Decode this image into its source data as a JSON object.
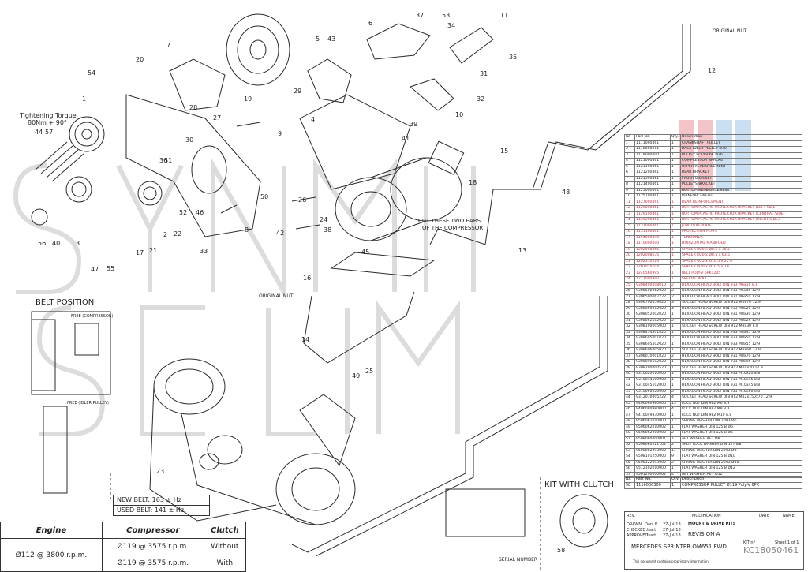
{
  "annotations": {
    "torque": "Tightening Torque\n80Nm + 90°",
    "torque_line1": "Tightening Torque",
    "torque_line2": "80Nm + 90°",
    "cut_ears_line1": "CUT THESE TWO EARS",
    "cut_ears_line2": "OF THE COMPRESSOR",
    "original_nut_top": "ORIGINAL NUT",
    "original_nut_mid": "ORIGINAL NUT",
    "belt_position": "BELT POSITION",
    "free_compressor": "FREE (COMPRESSOR)",
    "free_idler": "FREE (IDLER PULLEY)",
    "kit_with_clutch": "KIT WITH CLUTCH",
    "serial_number": "SERIAL NUMBER"
  },
  "callouts": [
    "1",
    "2",
    "3",
    "4",
    "5",
    "6",
    "7",
    "8",
    "9",
    "10",
    "11",
    "12",
    "13",
    "14",
    "15",
    "16",
    "17",
    "18",
    "19",
    "20",
    "21",
    "22",
    "23",
    "24",
    "25",
    "26",
    "27",
    "28",
    "29",
    "30",
    "31",
    "32",
    "33",
    "34",
    "35",
    "36",
    "37",
    "38",
    "39",
    "40",
    "41",
    "42",
    "43",
    "44",
    "45",
    "46",
    "47",
    "48",
    "49",
    "50",
    "51",
    "52",
    "53",
    "54",
    "55",
    "56",
    "57",
    "58"
  ],
  "belt": {
    "new": "NEW BELT:  163 ± Hz",
    "used": "USED BELT:  141 ± Hz"
  },
  "engine_table": {
    "headers": [
      "Engine",
      "Compressor",
      "Clutch"
    ],
    "rows": [
      [
        "Ø112 @ 3800 r.p.m.",
        "Ø119 @ 3575 r.p.m.",
        "Without"
      ],
      [
        "",
        "Ø119 @ 3575 r.p.m.",
        "With"
      ]
    ]
  },
  "bom": {
    "headers": [
      "ID.",
      "Part No.",
      "Qty.",
      "Description"
    ],
    "rows": [
      [
        "1",
        "1111000461",
        "1",
        "CRANKSHAFT PULLEY"
      ],
      [
        "2",
        "1118000011",
        "1",
        "BACK IDLER PULLEY Ø70"
      ],
      [
        "3",
        "1118000000",
        "1",
        "PULLEY POLY-V 6K Ø76"
      ],
      [
        "4",
        "1121000461",
        "1",
        "COMPRESSOR BRACKET"
      ],
      [
        "5",
        "1121100461",
        "1",
        "UPPER REINFORCEMENT"
      ],
      [
        "6",
        "1121200461",
        "1",
        "REAR BRACKET"
      ],
      [
        "7",
        "1121300461",
        "1",
        "FRONT BRACKET"
      ],
      [
        "8",
        "1121400461",
        "1",
        "PULLEYS BRACKET"
      ],
      [
        "9",
        "1125000461",
        "1",
        "BOTTOM REINFORCEMENT"
      ],
      [
        "10",
        "1125100461",
        "1",
        "REINFORCEMENT"
      ],
      [
        "11",
        "1127000461",
        "1",
        "REAR REINFORCEMENT"
      ],
      [
        "12",
        "1129000461",
        "1",
        "BOTTOM PLASTIC PROTECTOR BRACKET (LEFT SIDE)"
      ],
      [
        "13",
        "1129100461",
        "1",
        "BOTTOM PLASTIC PROTECTOR BRACKET (CENTRAL SIDE)"
      ],
      [
        "14",
        "1129200461",
        "1",
        "BOTTOM PLASTIC PROTECTOR BRACKET (RIGHT SIDE)"
      ],
      [
        "15",
        "1131000461",
        "1",
        "JUNCTION PLATE"
      ],
      [
        "16",
        "1131100461",
        "1",
        "PROTECTION PLATE"
      ],
      [
        "17",
        "1164000390",
        "1",
        "TENSIONER"
      ],
      [
        "18",
        "1170000000",
        "1",
        "HORIZONTAL MANIFOLD"
      ],
      [
        "19",
        "1202008365",
        "1",
        "SPACER Ø20 x Ø8.5 x 36.5"
      ],
      [
        "20",
        "1202008635",
        "1",
        "SPACER Ø20 x Ø8.5 x 63.5"
      ],
      [
        "21",
        "1202510224",
        "1",
        "SPACER Ø25 x Ø10.5 x 22.4"
      ],
      [
        "22",
        "1203010104",
        "1",
        "SPACER Ø30 x Ø10.5 x 10"
      ],
      [
        "23",
        "1240560995",
        "1",
        "BELT POLY-V 5PK1205"
      ],
      [
        "24",
        "1271000390",
        "1",
        "SPECIAL BOLT"
      ],
      [
        "25",
        "9308400008010",
        "2",
        "HEXAGON HEAD BOLT DIN 933 M6x16 8.8"
      ],
      [
        "26",
        "9306500062020",
        "2",
        "HEXAGON HEAD BOLT DIN 931 M6x40 12.9"
      ],
      [
        "27",
        "9306500062222",
        "2",
        "HEXAGON HEAD BOLT DIN 931 M6x50 12.9"
      ],
      [
        "28",
        "9306700059020",
        "3",
        "SOCKET HEAD SCREW DIN 912 M6x70 12.9"
      ],
      [
        "29",
        "9308050012020",
        "4",
        "HEXAGON HEAD BOLT DIN 933 M8x20 12.9"
      ],
      [
        "30",
        "9308052002020",
        "1",
        "HEXAGON HEAD BOLT DIN 931 M8x30 12.9"
      ],
      [
        "31",
        "9308052502020",
        "2",
        "HEXAGON HEAD BOLT DIN 933 M8x25 12.9"
      ],
      [
        "32",
        "9308100005000",
        "1",
        "SOCKET HEAD SCREW DIN 912 M8x30 8.8"
      ],
      [
        "33",
        "9308434501020",
        "1",
        "HEXAGON HEAD BOLT DIN 933 M8x45 12.9"
      ],
      [
        "34",
        "9308605001020",
        "2",
        "HEXAGON HEAD BOLT DIN 933 M8x50 12.9"
      ],
      [
        "35",
        "9308605502020",
        "1",
        "HEXAGON HEAD BOLT DIN 933 M8x55 12.9"
      ],
      [
        "36",
        "9308606005020",
        "1",
        "SOCKET HEAD SCREW DIN 912 M8x60 12.9"
      ],
      [
        "37",
        "9308070001020",
        "2",
        "HEXAGON HEAD BOLT DIN 931 M8x70 12.9"
      ],
      [
        "38",
        "9308090502020",
        "1",
        "HEXAGON HEAD BOLT DIN 931 M8x95 12.9"
      ],
      [
        "39",
        "9308200000520",
        "1",
        "SOCKET HEAD SCREW DIN 912 M10x20 12.9"
      ],
      [
        "40",
        "9310020010000",
        "1",
        "HEXAGON HEAD BOLT DIN 933 M10x20 8.8"
      ],
      [
        "41",
        "9310044500000",
        "1",
        "HEXAGON HEAD BOLT DIN 933 M10x45 8.8"
      ],
      [
        "42",
        "9310045102000",
        "1",
        "HEXAGON HEAD BOLT DIN 931 M10x45 8.8"
      ],
      [
        "43",
        "9310050020000",
        "2",
        "HEXAGON HEAD BOLT DIN 931 M10x50 8.8"
      ],
      [
        "44",
        "9312070005222",
        "4",
        "SOCKET HEAD SCREW DIN 912 M12x150x70 12.9"
      ],
      [
        "45",
        "9406060980000",
        "15",
        "LOCK NUT DIN 982 M6 8.8"
      ],
      [
        "46",
        "9406080980000",
        "4",
        "LOCK NUT DIN 982 M8 8.8"
      ],
      [
        "47",
        "9410049830000",
        "1",
        "LOCK NUT DIN 982 M10 8.8"
      ],
      [
        "48",
        "9506062010000",
        "12",
        "SPRING WASHER DIN 2093 Ø6"
      ],
      [
        "49",
        "9506062010002",
        "1",
        "FLAT WASHER DIN 125 B Ø6"
      ],
      [
        "50",
        "9506062000000",
        "2",
        "FLAT WASHER DIN 125 B Ø6"
      ],
      [
        "51",
        "9508080000001",
        "1",
        "AET WASHER AET Ø8"
      ],
      [
        "52",
        "9508080221102",
        "2",
        "SPLIT LOCK WASHER DIN 127 Ø8"
      ],
      [
        "53",
        "9508082093002",
        "11",
        "SPRING WASHER DIN 2093 Ø8"
      ],
      [
        "54",
        "9508101250000",
        "9",
        "FLAT WASHER DIN 125 B Ø10"
      ],
      [
        "55",
        "9508122093002",
        "2",
        "SPRING WASHER DIN 2093 Ø10"
      ],
      [
        "56",
        "9512102010000",
        "1",
        "FLAT WASHER DIN 125 B Ø12"
      ],
      [
        "57",
        "9561200000002",
        "4",
        "AET WASHER AET Ø12"
      ]
    ]
  },
  "kit_table": {
    "headers": [
      "ID.",
      "Part No.",
      "Qty.",
      "Description"
    ],
    "rows": [
      [
        "58",
        "1116000300",
        "1",
        "COMPRESSOR PULLEY Ø119 Poly-V 6PK"
      ]
    ]
  },
  "title_block": {
    "rev": "REV.",
    "modification": "MODIFICATION",
    "date": "DATE",
    "name": "NAME",
    "drawn_label": "DRAWN",
    "drawn_name": "Dani.P",
    "drawn_date": "27-Jul-18",
    "checked_label": "CHECKED",
    "checked_name": "J.Isart",
    "checked_date": "27-Jul-18",
    "approved_label": "APPROVED",
    "approved_name": "J.Isart",
    "approved_date": "27-Jul-18",
    "title": "MOUNT & DRIVE KITS",
    "revision": "REVISION   A",
    "vehicle": "MERCEDES  SPRINTER  OM651  FWD",
    "kit_label": "KIT nº",
    "kit_no": "KC18050461",
    "sheet": "Sheet 1 of 1",
    "footer": "This document contains proprietary information"
  },
  "colors": {
    "line": "#2a2a2a",
    "watermark": "#dcdcdc",
    "bom_highlight": "#c03040",
    "logo_red": "#e05a66",
    "logo_blue": "#6aa4d8"
  }
}
